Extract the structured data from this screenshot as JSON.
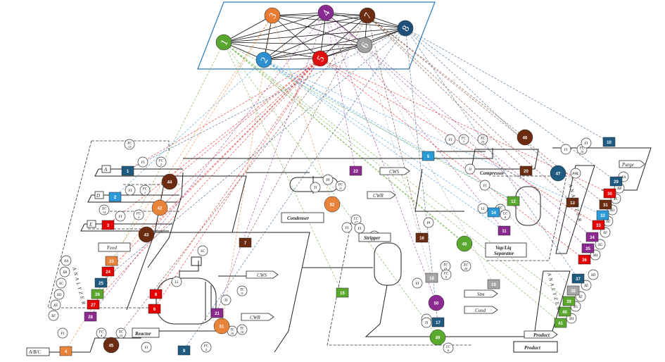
{
  "network": {
    "nodes": [
      {
        "id": "1",
        "color": "#5aa52e"
      },
      {
        "id": "2",
        "color": "#2e8fd0"
      },
      {
        "id": "3",
        "color": "#e87a32"
      },
      {
        "id": "4",
        "color": "#8a2a90"
      },
      {
        "id": "5",
        "color": "#e00d0d"
      },
      {
        "id": "6",
        "color": "#a0a0a0"
      },
      {
        "id": "7",
        "color": "#6b2c12"
      },
      {
        "id": "8",
        "color": "#1e4f7a"
      }
    ]
  },
  "labels": {
    "feed": "Feed",
    "reactor": "Reactor",
    "condenser": "Condenser",
    "compressor": "Compressor",
    "stripper": "Stripper",
    "separator_line1": "Vap/Liq",
    "separator_line2": "Separator",
    "analyzer": "ANALYZER",
    "product_arrow": "Product",
    "product_box": "Product",
    "cws1": "CWS",
    "cwr1": "CWR",
    "cws2": "CWS",
    "cwr2": "CWR",
    "stm": "Stm",
    "cond": "Cond",
    "purge": "Purge",
    "abc": "A/B/C",
    "stream_a": "A",
    "stream_d": "D",
    "stream_e": "E"
  },
  "colors": {
    "navy": "#1f5a80",
    "blue": "#2a9bd8",
    "red": "#e60000",
    "orange": "#e8833a",
    "purple": "#8b2a8f",
    "brown": "#6b2c12",
    "green": "#5aa82e",
    "grey": "#a6a6a6"
  },
  "squares": [
    {
      "n": "1",
      "c": "navy"
    },
    {
      "n": "2",
      "c": "blue"
    },
    {
      "n": "3",
      "c": "red"
    },
    {
      "n": "4",
      "c": "orange"
    },
    {
      "n": "5",
      "c": "blue"
    },
    {
      "n": "6",
      "c": "red"
    },
    {
      "n": "7",
      "c": "brown"
    },
    {
      "n": "8",
      "c": "red"
    },
    {
      "n": "9",
      "c": "navy"
    },
    {
      "n": "10",
      "c": "navy"
    },
    {
      "n": "11",
      "c": "purple"
    },
    {
      "n": "12",
      "c": "green"
    },
    {
      "n": "13",
      "c": "brown"
    },
    {
      "n": "14",
      "c": "blue"
    },
    {
      "n": "15",
      "c": "green"
    },
    {
      "n": "16",
      "c": "brown"
    },
    {
      "n": "17",
      "c": "navy"
    },
    {
      "n": "18",
      "c": "grey"
    },
    {
      "n": "19",
      "c": "grey"
    },
    {
      "n": "20",
      "c": "brown"
    },
    {
      "n": "21",
      "c": "purple"
    },
    {
      "n": "22",
      "c": "purple"
    },
    {
      "n": "23",
      "c": "orange"
    },
    {
      "n": "24",
      "c": "red"
    },
    {
      "n": "25",
      "c": "navy"
    },
    {
      "n": "26",
      "c": "green"
    },
    {
      "n": "27",
      "c": "red"
    },
    {
      "n": "28",
      "c": "purple"
    },
    {
      "n": "29",
      "c": "navy"
    },
    {
      "n": "30",
      "c": "red"
    },
    {
      "n": "31",
      "c": "brown"
    },
    {
      "n": "32",
      "c": "blue"
    },
    {
      "n": "33",
      "c": "red"
    },
    {
      "n": "34",
      "c": "purple"
    },
    {
      "n": "35",
      "c": "purple"
    },
    {
      "n": "36",
      "c": "red"
    },
    {
      "n": "37",
      "c": "navy"
    },
    {
      "n": "38",
      "c": "grey"
    },
    {
      "n": "39",
      "c": "green"
    },
    {
      "n": "40",
      "c": "green"
    },
    {
      "n": "41",
      "c": "green"
    }
  ],
  "circles": [
    {
      "n": "42",
      "c": "orange"
    },
    {
      "n": "43",
      "c": "brown"
    },
    {
      "n": "44",
      "c": "brown"
    },
    {
      "n": "45",
      "c": "brown"
    },
    {
      "n": "46",
      "c": "brown"
    },
    {
      "n": "47",
      "c": "navy"
    },
    {
      "n": "48",
      "c": "green"
    },
    {
      "n": "49",
      "c": "green"
    },
    {
      "n": "50",
      "c": "purple"
    },
    {
      "n": "51",
      "c": "orange"
    },
    {
      "n": "52",
      "c": "orange"
    }
  ],
  "instruments": [
    {
      "t": "XC",
      "b": "13"
    },
    {
      "t": "FI",
      "b": ""
    },
    {
      "t": "FC",
      "b": "2"
    },
    {
      "t": "FI",
      "b": ""
    },
    {
      "t": "FC",
      "b": "1"
    },
    {
      "t": "XC",
      "b": "14"
    },
    {
      "t": "FI",
      "b": ""
    },
    {
      "t": "FC",
      "b": "3"
    },
    {
      "t": "XA",
      "b": ""
    },
    {
      "t": "XB",
      "b": ""
    },
    {
      "t": "XC",
      "b": ""
    },
    {
      "t": "XD",
      "b": ""
    },
    {
      "t": "XE",
      "b": ""
    },
    {
      "t": "XF",
      "b": ""
    },
    {
      "t": "FI",
      "b": ""
    },
    {
      "t": "FC",
      "b": "4"
    },
    {
      "t": "XC",
      "b": "15"
    },
    {
      "t": "FI",
      "b": ""
    },
    {
      "t": "FC",
      "b": "5"
    },
    {
      "t": "SC",
      "b": ""
    },
    {
      "t": "LI",
      "b": ""
    },
    {
      "t": "TI",
      "b": ""
    },
    {
      "t": "TC",
      "b": "9"
    },
    {
      "t": "TC",
      "b": "10"
    },
    {
      "t": "TC",
      "b": "16"
    },
    {
      "t": "LC",
      "b": "17"
    },
    {
      "t": "FI",
      "b": ""
    },
    {
      "t": "PI",
      "b": ""
    },
    {
      "t": "TI",
      "b": ""
    },
    {
      "t": "PC",
      "b": "11"
    },
    {
      "t": "FI",
      "b": ""
    },
    {
      "t": "FC",
      "b": "6"
    },
    {
      "t": "JI",
      "b": ""
    },
    {
      "t": "FI",
      "b": ""
    },
    {
      "t": "FC",
      "b": "7"
    },
    {
      "t": "XC",
      "b": "19"
    },
    {
      "t": "FI",
      "b": ""
    },
    {
      "t": "LI",
      "b": ""
    },
    {
      "t": "FC",
      "b": "11"
    },
    {
      "t": "LC",
      "b": "8"
    },
    {
      "t": "PI",
      "b": ""
    },
    {
      "t": "TC",
      "b": "15"
    },
    {
      "t": "XC",
      "b": "20"
    },
    {
      "t": "FC",
      "b": "9"
    },
    {
      "t": "FI",
      "b": ""
    },
    {
      "t": "LI",
      "b": ""
    },
    {
      "t": "LC",
      "b": "6"
    },
    {
      "t": "TI",
      "b": ""
    },
    {
      "t": "PHL",
      "b": ""
    },
    {
      "t": "XA",
      "b": ""
    },
    {
      "t": "XB",
      "b": ""
    },
    {
      "t": "XC",
      "b": ""
    },
    {
      "t": "XD",
      "b": ""
    },
    {
      "t": "XE",
      "b": ""
    },
    {
      "t": "XF",
      "b": ""
    },
    {
      "t": "XG",
      "b": ""
    },
    {
      "t": "XH",
      "b": ""
    },
    {
      "t": "XD",
      "b": ""
    },
    {
      "t": "XE",
      "b": ""
    },
    {
      "t": "XF",
      "b": ""
    },
    {
      "t": "XG",
      "b": ""
    },
    {
      "t": "XH",
      "b": ""
    },
    {
      "t": "FI",
      "b": ""
    },
    {
      "t": "FC",
      "b": "10"
    },
    {
      "t": "FI",
      "b": ""
    }
  ]
}
